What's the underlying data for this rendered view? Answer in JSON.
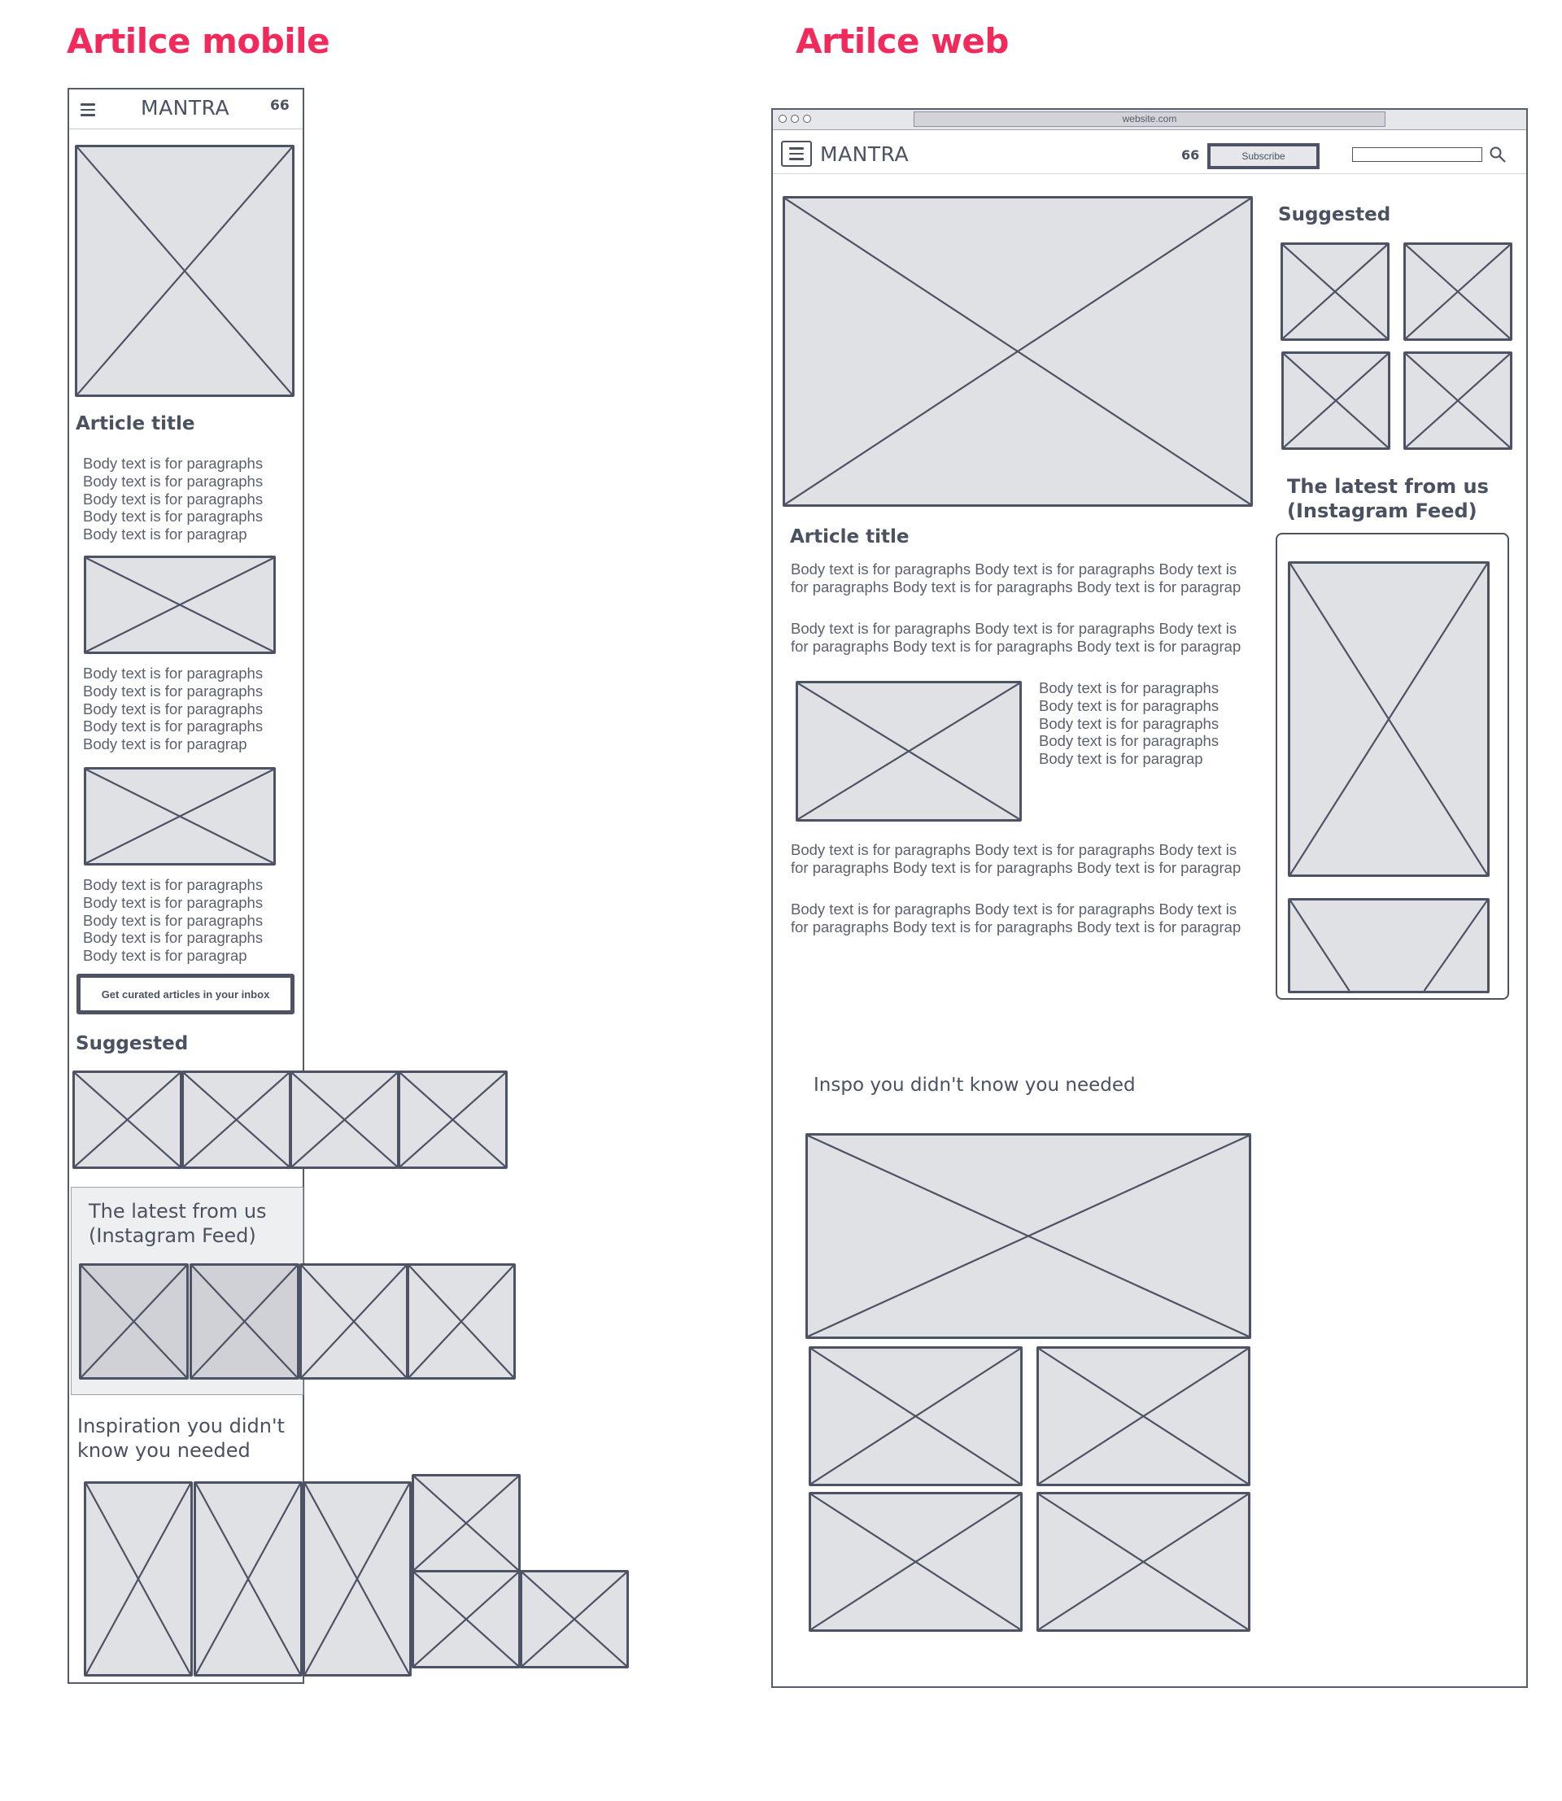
{
  "mobile": {
    "heading": "Artilce mobile",
    "brand": "MANTRA",
    "menu_icon": "hamburger-menu-icon",
    "quote_icon": "quote-icon",
    "quote_glyph": "66",
    "article_title": "Article title",
    "body_blocks": [
      [
        "Body text is for paragraphs",
        "Body text is for paragraphs",
        "Body text is for paragraphs",
        "Body text is for paragraphs",
        "Body text is for paragrap"
      ],
      [
        "Body text is for paragraphs",
        "Body text is for paragraphs",
        "Body text is for paragraphs",
        "Body text is for paragraphs",
        "Body text is for paragrap"
      ],
      [
        "Body text is for paragraphs",
        "Body text is for paragraphs",
        "Body text is for paragraphs",
        "Body text is for paragraphs",
        "Body text is for paragrap"
      ]
    ],
    "cta_label": "Get curated articles in your inbox",
    "suggested_title": "Suggested",
    "instagram_title_line1": "The latest from us",
    "instagram_title_line2": "(Instagram Feed)",
    "inspiration_title_line1": "Inspiration you didn't",
    "inspiration_title_line2": "know you needed"
  },
  "web": {
    "heading": "Artilce web",
    "url": "website.com",
    "brand": "MANTRA",
    "menu_icon": "hamburger-menu-icon",
    "quote_icon": "quote-icon",
    "quote_glyph": "66",
    "subscribe_label": "Subscribe",
    "search_placeholder": "",
    "search_icon": "search-icon",
    "article_title": "Article title",
    "paragraphs": [
      [
        "Body text is for paragraphs Body text is for paragraphs Body text is",
        "for paragraphs Body text is for paragraphs Body text is for paragrap"
      ],
      [
        "Body text is for paragraphs Body text is for paragraphs Body text is",
        "for paragraphs Body text is for paragraphs Body text is for paragrap"
      ],
      [
        "Body text is for paragraphs Body text is for paragraphs Body text is",
        "for paragraphs Body text is for paragraphs Body text is for paragrap"
      ],
      [
        "Body text is for paragraphs Body text is for paragraphs Body text is",
        "for paragraphs Body text is for paragraphs Body text is for paragrap"
      ]
    ],
    "side_text": [
      "Body text is for paragraphs",
      "Body text is for paragraphs",
      "Body text is for paragraphs",
      "Body text is for paragraphs",
      "Body text is for paragrap"
    ],
    "suggested_title": "Suggested",
    "instagram_title_line1": "The latest from us",
    "instagram_title_line2": "(Instagram Feed)",
    "inspo_title": "Inspo you didn't know you needed"
  },
  "colors": {
    "heading_accent": "#f2295b",
    "wire_stroke": "#4d5364",
    "placeholder_fill": "#e0e1e5"
  }
}
